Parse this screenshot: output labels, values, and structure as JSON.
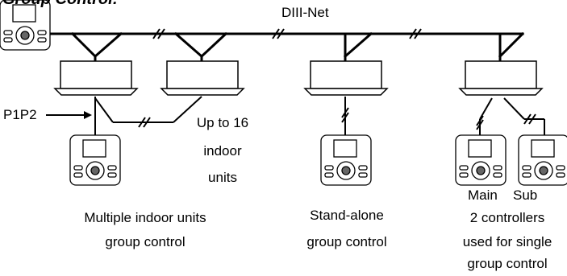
{
  "title": "Group Control:",
  "network_label": "DIII-Net",
  "wire_label": "P1P2",
  "annotations": {
    "up_to": "Up to 16",
    "indoor": "indoor",
    "units": "units",
    "main": "Main",
    "sub": "Sub"
  },
  "captions": {
    "multiple": [
      "Multiple indoor units",
      "group control"
    ],
    "standalone": [
      "Stand-alone",
      "group control"
    ],
    "two_controllers": [
      "2 controllers",
      "used for single",
      "group control"
    ]
  }
}
